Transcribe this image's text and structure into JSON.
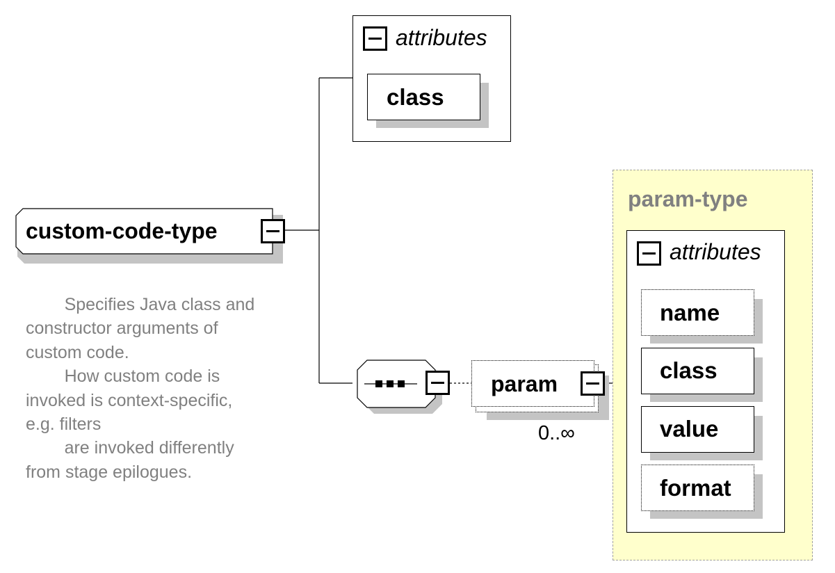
{
  "root": {
    "label": "custom-code-type",
    "documentation": "        Specifies Java class and\nconstructor arguments of\ncustom code.\n        How custom code is\ninvoked is context-specific,\ne.g. filters\n        are invoked differently\nfrom stage epilogues."
  },
  "attributes_top": {
    "heading": "attributes",
    "items": [
      "class"
    ]
  },
  "compositor": {
    "symbol": "sequence"
  },
  "param": {
    "label": "param",
    "occurrence": "0..∞"
  },
  "param_type": {
    "title": "param-type",
    "attributes": {
      "heading": "attributes",
      "items": [
        "name",
        "class",
        "value",
        "format"
      ]
    }
  },
  "colors": {
    "type_box_fill": "#ffffcc",
    "type_title": "#808080",
    "documentation_text": "#808080",
    "shadow": "#c4c4c4"
  }
}
